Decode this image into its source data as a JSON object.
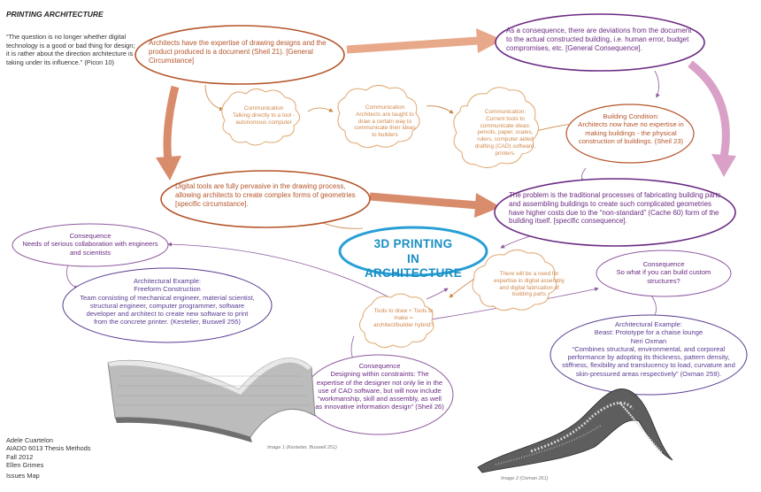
{
  "title": "PRINTING ARCHITECTURE",
  "quote": "“The question is no longer whether digital technology is a good or bad thing for design; it is rather about the direction architecture is taking under its influence.” (Picon 10)",
  "credit": [
    "Adele Cuartelon",
    "AIADO 6013 Thesis Methods",
    "Fall 2012",
    "Ellen Grimes"
  ],
  "footer": "Issues Map",
  "center": {
    "line1": "3D PRINTING",
    "line2": "IN ARCHITECTURE"
  },
  "nodes": {
    "general_circumstance": "Architects have the expertise of drawing designs and the product produced is a document (Sheil 21). [General Circumstance]",
    "general_consequence": "As a consequence, there are deviations from the document to the actual constructed building, i.e. human error, budget compromises, etc.  [General Consequence].",
    "specific_circumstance": "Digital tools are fully pervasive in the drawing process, allowing architects to create complex forms of geometries [specific circumstance].",
    "specific_consequence": "The problem is the traditional processes of fabricating building parts and assembling buildings to create such complicated geometries have higher costs due to the “non-standard” (Cache 60) form of the building itself. [specific consequence].",
    "building_condition": {
      "heading": "Building Condition:",
      "body": "Architects now have no expertise in making buildings - the physical construction of buildings. (Sheil 23)"
    },
    "comm1": {
      "heading": "Communication",
      "body": "Talking directly to a tool - autonomous computer"
    },
    "comm2": {
      "heading": "Communication",
      "body": "Architects are taught to draw a certain way to communicate their ideas to builders"
    },
    "comm3": {
      "heading": "Communication:",
      "body": "Current tools to communicate ideas: pencils, paper, scales, rulers, computer aided drafting (CAD) software, printers."
    },
    "need_cloud": "There will be a need for expertise in digital assembly and digital fabrication of building parts",
    "tools_cloud": "Tools to draw + Tools to make = architect/builder hybrid?",
    "consequence_left": {
      "heading": "Consequence",
      "body": "Needs of serious collaboration with engineers and scientists"
    },
    "example_left": {
      "heading": "Architectural Example:",
      "subheading": "Freeform Construction",
      "body": "Team consisting of mechanical engineer, material scientist, structural engineer, computer programmer, software developer and architect to create new software to print from the concrete printer.  (Kestelier, Buswell 255)"
    },
    "consequence_bottom": {
      "heading": "Consequence",
      "subheading": "Designing within constraints: The",
      "body": "expertise of the designer not only lie in the use of CAD software, but will now include “workmanship, skill and assembly, as well as innovative information design” (Sheil 26)"
    },
    "consequence_right": {
      "heading": "Consequence",
      "body": "So what if you can build custom structures?"
    },
    "example_right": {
      "heading": "Architectural Example:",
      "subheading": "Beast: Prototype for a chaise lounge",
      "author": "Neri Oxman",
      "body": "“Combines structural, environmental, and corporeal performance by adopting its thickness, pattern density, stiffness, flexibility and translucency to load, curvature and skin-pressured areas respectively” (Oxman 259)."
    }
  },
  "captions": {
    "image1": "Image 1 (Kestelier, Buswell 251)",
    "image2": "Image 2 (Oxman 261)"
  },
  "colors": {
    "orange": "#b5552b",
    "purple": "#6b2a83",
    "cloud": "#e0a870",
    "blue": "#2a9fd6",
    "violet": "#5b3c91"
  }
}
